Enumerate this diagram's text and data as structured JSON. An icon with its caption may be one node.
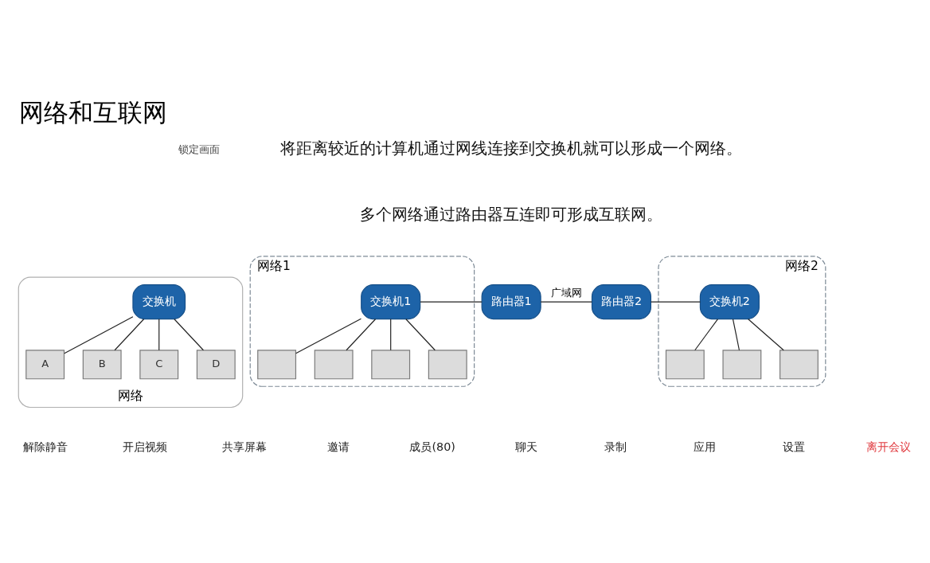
{
  "diagram": {
    "title": "网络和互联网",
    "nodes": [
      {
        "text": [
          "网络"
        ]
      },
      {
        "text": [
          "交换机"
        ],
        "in": 0
      },
      {
        "text": [
          "A"
        ],
        "in": 0
      },
      {
        "text": [
          "B"
        ],
        "in": 0
      },
      {
        "text": [
          "C"
        ],
        "in": 0
      },
      {
        "text": [
          "D"
        ],
        "in": 0
      },
      {
        "text": [
          "网络1"
        ]
      },
      {
        "text": [
          "交换机1"
        ],
        "in": 6
      },
      {
        "text": [],
        "shape": "box",
        "in": 6
      },
      {
        "text": [],
        "shape": "box",
        "in": 6
      },
      {
        "text": [],
        "shape": "box",
        "in": 6
      },
      {
        "text": [],
        "shape": "box",
        "in": 6
      },
      {
        "text": [
          "路由器1"
        ]
      },
      {
        "text": [
          "路由器2"
        ]
      },
      {
        "text": [
          "网络2"
        ]
      },
      {
        "text": [
          "交换机2"
        ],
        "in": 14
      },
      {
        "text": [],
        "shape": "box",
        "in": 14
      },
      {
        "text": [],
        "shape": "box",
        "in": 14
      },
      {
        "text": [],
        "shape": "box",
        "in": 14
      }
    ],
    "edges": [
      {
        "from": 1,
        "to": 2,
        "arrow": "none"
      },
      {
        "from": 1,
        "to": 3,
        "arrow": "none"
      },
      {
        "from": 1,
        "to": 4,
        "arrow": "none"
      },
      {
        "from": 1,
        "to": 5,
        "arrow": "none"
      },
      {
        "from": 7,
        "to": 8,
        "arrow": "none"
      },
      {
        "from": 7,
        "to": 9,
        "arrow": "none"
      },
      {
        "from": 7,
        "to": 10,
        "arrow": "none"
      },
      {
        "from": 7,
        "to": 11,
        "arrow": "none"
      },
      {
        "from": 7,
        "to": 12,
        "arrow": "none"
      },
      {
        "from": 12,
        "to": 13,
        "arrow": "none",
        "label": "广域网"
      },
      {
        "from": 13,
        "to": 15,
        "arrow": "none"
      },
      {
        "from": 15,
        "to": 16,
        "arrow": "none"
      },
      {
        "from": 15,
        "to": 17,
        "arrow": "none"
      },
      {
        "from": 15,
        "to": 18,
        "arrow": "none"
      }
    ],
    "labels": [
      "锁定画面",
      "将距离较近的计算机通过网线连接到交换机就可以形成一个网络。",
      "多个网络通过路由器互连即可形成互联网。",
      "解除静音",
      "开启视频",
      "共享屏幕",
      "邀请",
      "成员(80)",
      "聊天",
      "录制",
      "应用",
      "设置",
      "离开会议"
    ]
  }
}
